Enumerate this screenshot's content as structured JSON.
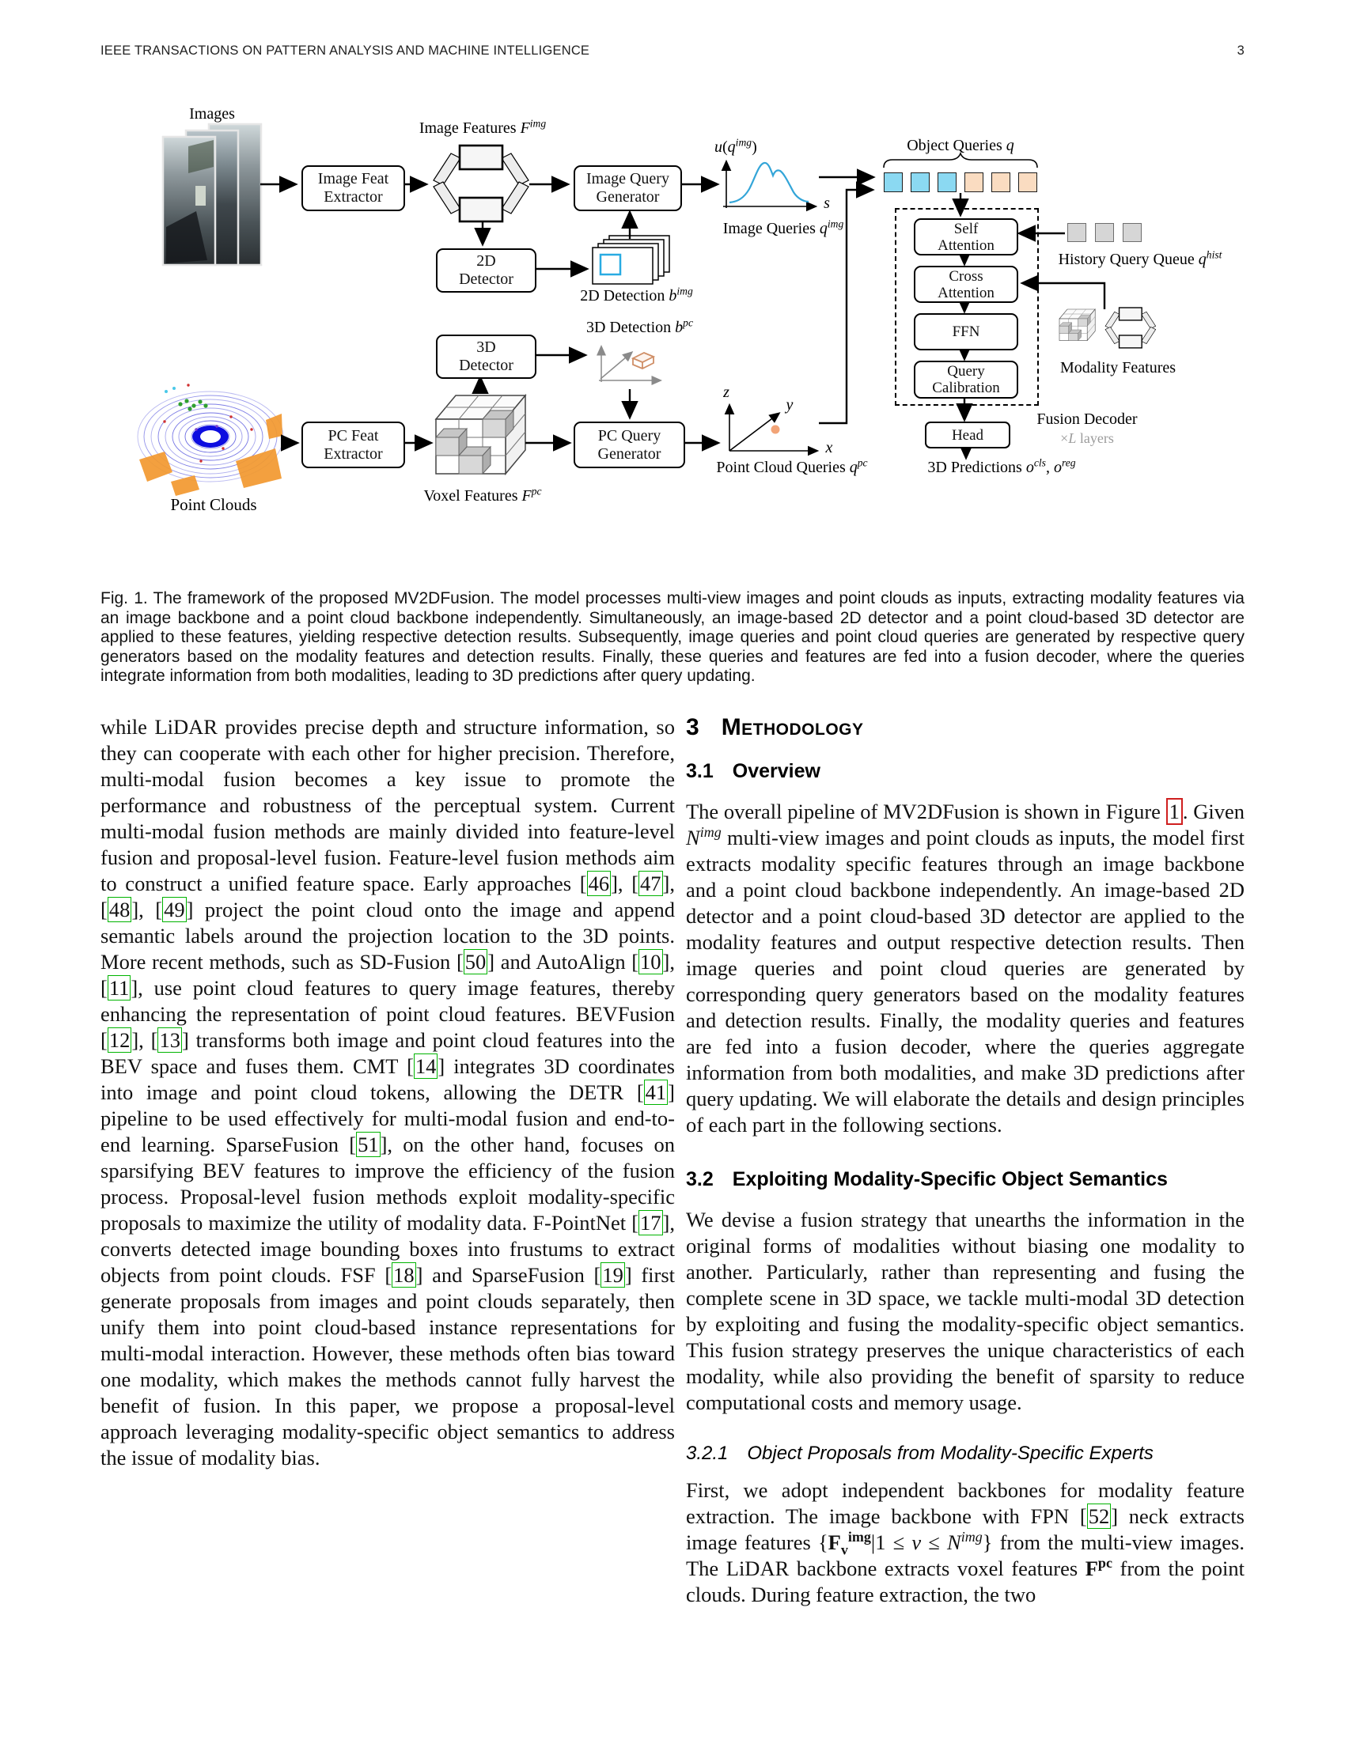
{
  "header": {
    "journal": "IEEE TRANSACTIONS ON PATTERN ANALYSIS AND MACHINE INTELLIGENCE",
    "page": "3"
  },
  "figure": {
    "caption": "Fig. 1. The framework of the proposed MV2DFusion. The model processes multi-view images and point clouds as inputs, extracting modality features via an image backbone and a point cloud backbone independently. Simultaneously, an image-based 2D detector and a point cloud-based 3D detector are applied to these features, yielding respective detection results. Subsequently, image queries and point cloud queries are generated by respective query generators based on the modality features and detection results. Finally, these queries and features are fed into a fusion decoder, where the queries integrate information from both modalities, leading to 3D predictions after query updating.",
    "boxes": {
      "image_feat_extractor": {
        "l1": "Image Feat",
        "l2": "Extractor"
      },
      "image_query_generator": {
        "l1": "Image Query",
        "l2": "Generator"
      },
      "detector2d": {
        "l1": "2D",
        "l2": "Detector"
      },
      "detector3d": {
        "l1": "3D",
        "l2": "Detector"
      },
      "pc_feat_extractor": {
        "l1": "PC Feat",
        "l2": "Extractor"
      },
      "pc_query_generator": {
        "l1": "PC Query",
        "l2": "Generator"
      },
      "self_attention": {
        "l1": "Self",
        "l2": "Attention"
      },
      "cross_attention": {
        "l1": "Cross",
        "l2": "Attention"
      },
      "ffn": {
        "l1": "FFN"
      },
      "query_calibration": {
        "l1": "Query",
        "l2": "Calibration"
      },
      "head": {
        "l1": "Head"
      }
    },
    "labels": {
      "images": "Images",
      "point_clouds": "Point Clouds",
      "modality_features": "Modality Features",
      "fusion_decoder": "Fusion Decoder",
      "axis_x": "x",
      "axis_y": "y",
      "axis_z": "z",
      "axis_s": "s",
      "image_features": [
        {
          "t": "Image Features "
        },
        {
          "v": "F",
          "sup": "img"
        }
      ],
      "voxel_features": [
        {
          "t": "Voxel Features "
        },
        {
          "v": "F",
          "sup": "pc"
        }
      ],
      "det2d": [
        {
          "t": "2D Detection "
        },
        {
          "v": "b",
          "sup": "img"
        }
      ],
      "det3d": [
        {
          "t": "3D Detection "
        },
        {
          "v": "b",
          "sup": "pc"
        }
      ],
      "uq": [
        {
          "v": "u"
        },
        {
          "t": "("
        },
        {
          "v": "q",
          "sup": "img"
        },
        {
          "t": ")"
        }
      ],
      "image_queries": [
        {
          "t": "Image Queries "
        },
        {
          "v": "q",
          "sup": "img"
        }
      ],
      "point_cloud_queries": [
        {
          "t": "Point Cloud Queries "
        },
        {
          "v": "q",
          "sup": "pc"
        }
      ],
      "object_queries": [
        {
          "t": "Object Queries "
        },
        {
          "v": "q"
        }
      ],
      "history_queue": [
        {
          "t": "History Query Queue "
        },
        {
          "v": "q",
          "sup": "hist"
        }
      ],
      "layers": [
        {
          "t": "×"
        },
        {
          "v": "L"
        },
        {
          "t": " layers"
        }
      ],
      "predictions": [
        {
          "t": "3D Predictions "
        },
        {
          "v": "o",
          "sup": "cls"
        },
        {
          "t": ", "
        },
        {
          "v": "o",
          "sup": "reg"
        }
      ]
    },
    "colors": {
      "image_query_square": "#8BD9F2",
      "pc_query_square": "#FADCC1",
      "history_square": "#D6D6D6",
      "detection_box_2d": "#29ABE2",
      "score_curve": "#33A5D8",
      "citation_box": "#00B400",
      "figure_ref_box": "#CF1F1F"
    }
  },
  "sections": {
    "method_num": "3",
    "method_title": "Methodology",
    "overview_num": "3.1",
    "overview_title": "Overview",
    "semantics_num": "3.2",
    "semantics_title": "Exploiting Modality-Specific Object Semantics",
    "experts_num": "3.2.1",
    "experts_title": "Object Proposals from Modality-Specific Experts"
  },
  "paragraphs": {
    "left_intro": [
      {
        "t": "while LiDAR provides precise depth and structure information, so they can cooperate with each other for higher precision. Therefore, multi-modal fusion becomes a key issue to promote the performance and robustness of the perceptual system. Current multi-modal fusion methods are mainly divided into feature-level fusion and proposal-level fusion. Feature-level fusion methods aim to construct a unified feature space. Early approaches ["
      },
      {
        "c": "46"
      },
      {
        "t": "], ["
      },
      {
        "c": "47"
      },
      {
        "t": "], ["
      },
      {
        "c": "48"
      },
      {
        "t": "], ["
      },
      {
        "c": "49"
      },
      {
        "t": "] project the point cloud onto the image and append semantic labels around the projection location to the 3D points. More recent methods, such as SD-Fusion ["
      },
      {
        "c": "50"
      },
      {
        "t": "] and AutoAlign ["
      },
      {
        "c": "10"
      },
      {
        "t": "], ["
      },
      {
        "c": "11"
      },
      {
        "t": "], use point cloud features to query image features, thereby enhancing the representation of point cloud features. BEVFusion ["
      },
      {
        "c": "12"
      },
      {
        "t": "], ["
      },
      {
        "c": "13"
      },
      {
        "t": "] transforms both image and point cloud features into the BEV space and fuses them. CMT ["
      },
      {
        "c": "14"
      },
      {
        "t": "] integrates 3D coordinates into image and point cloud tokens, allowing the DETR ["
      },
      {
        "c": "41"
      },
      {
        "t": "] pipeline to be used effectively for multi-modal fusion and end-to-end learning. SparseFusion ["
      },
      {
        "c": "51"
      },
      {
        "t": "], on the other hand, focuses on sparsifying BEV features to improve the efficiency of the fusion process. Proposal-level fusion methods exploit modality-specific proposals to maximize the utility of modality data. F-PointNet ["
      },
      {
        "c": "17"
      },
      {
        "t": "], converts detected image bounding boxes into frustums to extract objects from point clouds. FSF ["
      },
      {
        "c": "18"
      },
      {
        "t": "] and SparseFusion ["
      },
      {
        "c": "19"
      },
      {
        "t": "] first generate proposals from images and point clouds separately, then unify them into point cloud-based instance representations for multi-modal interaction. However, these methods often bias toward one modality, which makes the methods cannot fully harvest the benefit of fusion. In this paper, we propose a proposal-level approach leveraging modality-specific object semantics to address the issue of modality bias."
      }
    ],
    "overview": [
      {
        "t": "The overall pipeline of MV2DFusion is shown in Figure "
      },
      {
        "r": "1"
      },
      {
        "t": ". Given "
      },
      {
        "v": "N",
        "sup": "img"
      },
      {
        "t": " multi-view images and point clouds as inputs, the model first extracts modality specific features through an image backbone and a point cloud backbone independently. An image-based 2D detector and a point cloud-based 3D detector are applied to the modality features and output respective detection results. Then image queries and point cloud queries are generated by corresponding query generators based on the modality features and detection results. Finally, the modality queries and features are fed into a fusion decoder, where the queries aggregate information from both modalities, and make 3D predictions after query updating. We will elaborate the details and design principles of each part in the following sections."
      }
    ],
    "strategy": [
      {
        "t": "We devise a fusion strategy that unearths the information in the original forms of modalities without biasing one modality to another. Particularly, rather than representing and fusing the complete scene in 3D space, we tackle multi-modal 3D detection by exploiting and fusing the modality-specific object semantics. This fusion strategy preserves the unique characteristics of each modality, while also providing the benefit of sparsity to reduce computational costs and memory usage."
      }
    ],
    "experts": [
      {
        "t": "First, we adopt independent backbones for modality feature extraction. The image backbone with FPN ["
      },
      {
        "c": "52"
      },
      {
        "t": "] neck extracts image features {"
      },
      {
        "v": "F",
        "bold": true,
        "sub": "v",
        "sup": "img"
      },
      {
        "t": "|1 ≤ "
      },
      {
        "v": "v"
      },
      {
        "t": " ≤ "
      },
      {
        "v": "N",
        "sup": "img"
      },
      {
        "t": "} from the multi-view images. The LiDAR backbone extracts voxel features "
      },
      {
        "v": "F",
        "bold": true,
        "sup": "pc"
      },
      {
        "t": " from the point clouds. During feature extraction, the two"
      }
    ]
  }
}
